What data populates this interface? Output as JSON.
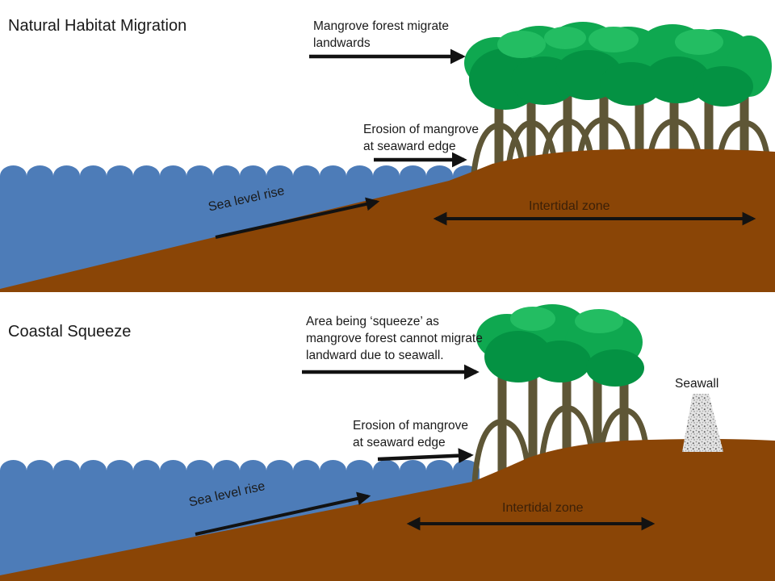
{
  "colors": {
    "water": "#4d7cb8",
    "ground": "#8a4506",
    "trunk": "#5e5636",
    "canopy_mid": "#0fa850",
    "canopy_dark": "#049243",
    "canopy_light": "#23bd62",
    "arrow": "#121212",
    "text": "#1a1a1a",
    "intertidal_text": "#3c2008",
    "seawall_base": "#e4e4e4"
  },
  "top_panel": {
    "title": "Natural Habitat Migration",
    "migrate_label": "Mangrove forest migrate\nlandwards",
    "erosion_label": "Erosion of mangrove\nat seaward edge",
    "sea_level_label": "Sea level rise",
    "intertidal_label": "Intertidal zone"
  },
  "bottom_panel": {
    "title": "Coastal Squeeze",
    "squeeze_label": "Area being ‘squeeze’ as\nmangrove forest cannot migrate\nlandward due to seawall.",
    "erosion_label": "Erosion of mangrove\nat seaward edge",
    "sea_level_label": "Sea level rise",
    "intertidal_label": "Intertidal zone",
    "seawall_label": "Seawall"
  }
}
